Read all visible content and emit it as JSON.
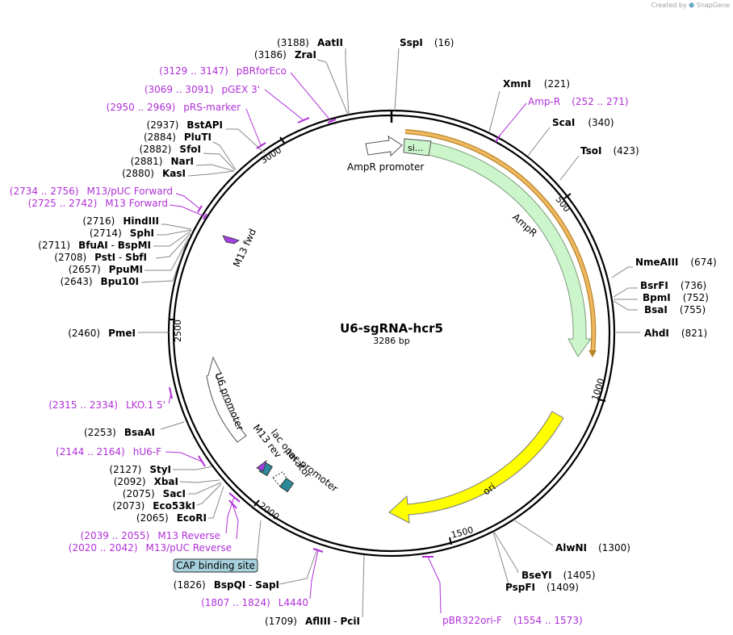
{
  "credit": "Created by",
  "credit_brand": "SnapGene",
  "plasmid": {
    "name": "U6-sgRNA-hcr5",
    "size_label": "3286 bp"
  },
  "ticks": [
    "500",
    "1000",
    "1500",
    "2000",
    "2500",
    "3000"
  ],
  "features": {
    "ampr_promoter": "AmpR promoter",
    "signal": "si...",
    "ampr": "AmpR",
    "ori": "ori",
    "u6_promoter": "U6 promoter",
    "lac_operator": "lac operator",
    "m13_rev": "M13 rev",
    "lac_promoter": "lac promoter",
    "m13_fwd": "M13 fwd",
    "cap_site": "CAP binding site"
  },
  "sites_right": [
    {
      "pos": "(16)",
      "name": "SspI"
    },
    {
      "pos": "(221)",
      "name": "XmnI"
    },
    {
      "pos": "(340)",
      "name": "ScaI"
    },
    {
      "pos": "(423)",
      "name": "TsoI"
    },
    {
      "pos": "(674)",
      "name": "NmeAIII"
    },
    {
      "pos": "(736)",
      "name": "BsrFI"
    },
    {
      "pos": "(752)",
      "name": "BpmI"
    },
    {
      "pos": "(755)",
      "name": "BsaI"
    },
    {
      "pos": "(821)",
      "name": "AhdI"
    },
    {
      "pos": "(1300)",
      "name": "AlwNI"
    },
    {
      "pos": "(1405)",
      "name": "BseYI"
    },
    {
      "pos": "(1409)",
      "name": "PspFI"
    }
  ],
  "sites_left": [
    {
      "pos": "(3188)",
      "name": "AatII"
    },
    {
      "pos": "(3186)",
      "name": "ZraI"
    },
    {
      "pos": "(2937)",
      "name": "BstAPI"
    },
    {
      "pos": "(2884)",
      "name": "PluTI"
    },
    {
      "pos": "(2882)",
      "name": "SfoI"
    },
    {
      "pos": "(2881)",
      "name": "NarI"
    },
    {
      "pos": "(2880)",
      "name": "KasI"
    },
    {
      "pos": "(2716)",
      "name": "HindIII"
    },
    {
      "pos": "(2714)",
      "name": "SphI"
    },
    {
      "pos": "(2711)",
      "name": "BfuAI",
      "name2": "BspMI"
    },
    {
      "pos": "(2708)",
      "name": "PstI",
      "name2": "SbfI"
    },
    {
      "pos": "(2657)",
      "name": "PpuMI"
    },
    {
      "pos": "(2643)",
      "name": "Bpu10I"
    },
    {
      "pos": "(2460)",
      "name": "PmeI"
    },
    {
      "pos": "(2253)",
      "name": "BsaAI"
    },
    {
      "pos": "(2127)",
      "name": "StyI"
    },
    {
      "pos": "(2092)",
      "name": "XbaI"
    },
    {
      "pos": "(2075)",
      "name": "SacI"
    },
    {
      "pos": "(2073)",
      "name": "Eco53kI"
    },
    {
      "pos": "(2065)",
      "name": "EcoRI"
    },
    {
      "pos": "(1826)",
      "name": "BspQI",
      "name2": "SapI"
    },
    {
      "pos": "(1709)",
      "name": "AflIII",
      "name2": "PciI"
    }
  ],
  "primers": [
    {
      "name": "Amp-R",
      "range": "(252 .. 271)"
    },
    {
      "name": "pBRforEco",
      "range": "(3129 .. 3147)"
    },
    {
      "name": "pGEX 3'",
      "range": "(3069 .. 3091)"
    },
    {
      "name": "pRS-marker",
      "range": "(2950 .. 2969)"
    },
    {
      "name": "M13/pUC Forward",
      "range": "(2734 .. 2756)"
    },
    {
      "name": "M13 Forward",
      "range": "(2725 .. 2742)"
    },
    {
      "name": "LKO.1 5'",
      "range": "(2315 .. 2334)"
    },
    {
      "name": "hU6-F",
      "range": "(2144 .. 2164)"
    },
    {
      "name": "M13 Reverse",
      "range": "(2039 .. 2055)"
    },
    {
      "name": "M13/pUC Reverse",
      "range": "(2020 .. 2042)"
    },
    {
      "name": "L4440",
      "range": "(1807 .. 1824)"
    },
    {
      "name": "pBR322ori-F",
      "range": "(1554 .. 1573)"
    }
  ],
  "colors": {
    "ampr": "#ccf5cc",
    "ori": "#ffff00",
    "primer": "#b02fd8",
    "primer_arrow_fill": "#e8a84a",
    "promoter": "#ffffff",
    "operator": "#2a8a9a",
    "cap": "#a6d0dc"
  }
}
